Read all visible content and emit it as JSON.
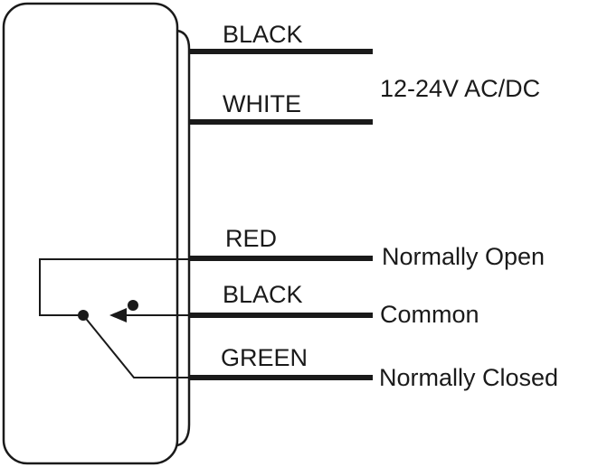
{
  "wires": [
    {
      "color_label": "BLACK",
      "terminal_label": ""
    },
    {
      "color_label": "WHITE",
      "terminal_label": ""
    },
    {
      "color_label": "RED",
      "terminal_label": "Normally Open"
    },
    {
      "color_label": "BLACK",
      "terminal_label": "Common"
    },
    {
      "color_label": "GREEN",
      "terminal_label": "Normally Closed"
    }
  ],
  "power_label": "12-24V AC/DC",
  "colors": {
    "line": "#1a1a1a",
    "background": "#ffffff"
  }
}
